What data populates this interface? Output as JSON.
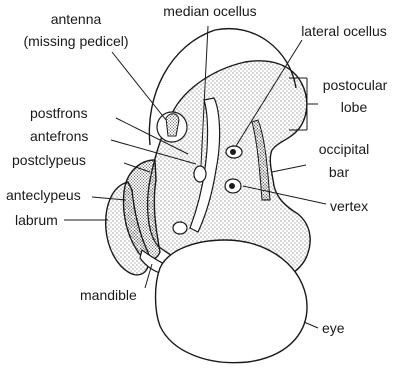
{
  "labels": {
    "antenna_line1": "antenna",
    "antenna_line2": "(missing pedicel)",
    "median_ocellus": "median ocellus",
    "lateral_ocellus": "lateral ocellus",
    "postocular_line1": "postocular",
    "postocular_line2": "lobe",
    "postfrons": "postfrons",
    "antefrons": "antefrons",
    "postclypeus": "postclypeus",
    "occipital_line1": "occipital",
    "occipital_line2": "bar",
    "anteclypeus": "anteclypeus",
    "vertex": "vertex",
    "labrum": "labrum",
    "mandible": "mandible",
    "eye": "eye"
  },
  "colors": {
    "ink": "#1a1a1a",
    "stipple": "#3a3a3a",
    "background": "#ffffff"
  }
}
